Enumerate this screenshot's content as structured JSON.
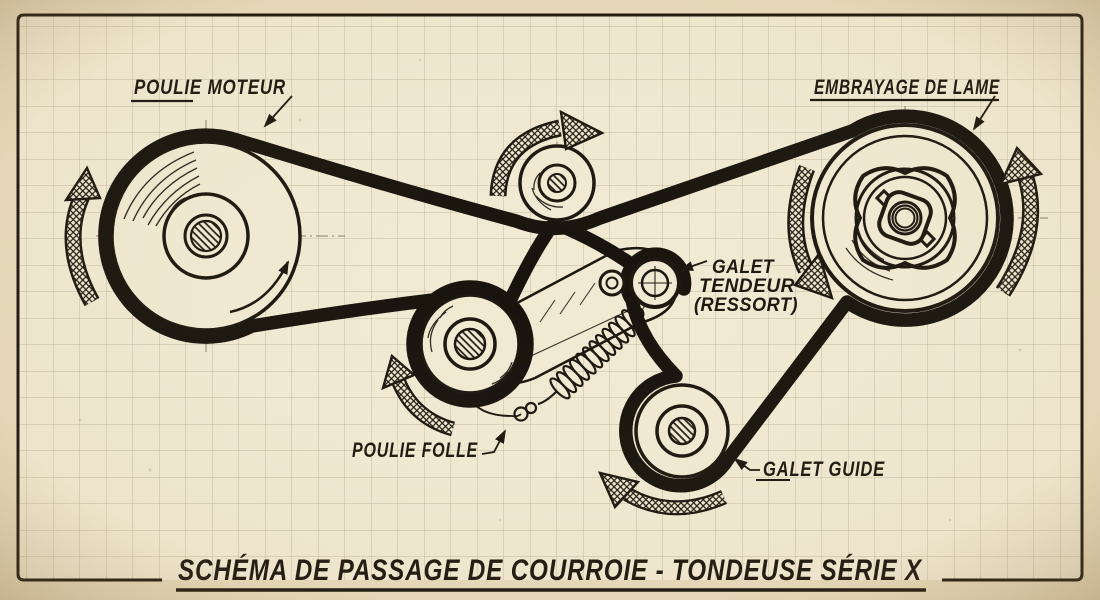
{
  "diagram": {
    "title": "SCHÉMA DE PASSAGE DE COURROIE - TONDEUSE SÉRIE X",
    "labels": {
      "poulie_moteur": "POULIE MOTEUR",
      "embrayage_de_lame": "EMBRAYAGE DE LAME",
      "galet_tendeur_line1": "GALET",
      "galet_tendeur_line2": "TENDEUR",
      "galet_tendeur_line3": "(RESSORT)",
      "poulie_folle": "POULIE FOLLE",
      "galet_guide": "GALET GUIDE"
    },
    "colors": {
      "paper": "#f1e9d2",
      "margin": "#e7dabb",
      "grid": "#b7ab8f",
      "ink": "#1b160e"
    }
  }
}
